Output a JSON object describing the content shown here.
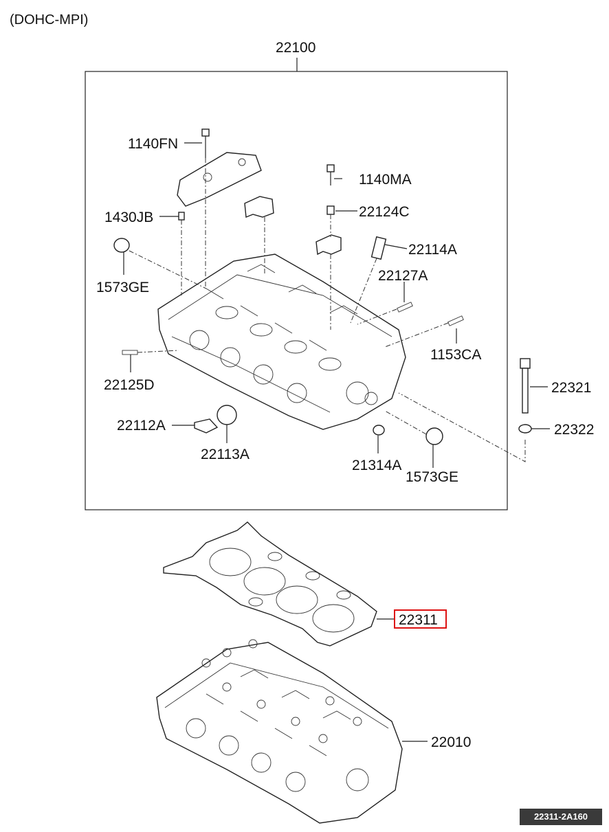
{
  "engine_type": "(DOHC-MPI)",
  "labels": {
    "assembly": "22100",
    "bolt_cap": "1140FN",
    "bolt_small": "1140MA",
    "dowel": "1430JB",
    "bushing": "22124C",
    "plug_left": "1573GE",
    "tube": "22114A",
    "stud_a": "22127A",
    "stud_right": "1153CA",
    "stud_left": "22125D",
    "seal_small": "22112A",
    "ring": "22113A",
    "seal_round": "21314A",
    "plug_right": "1573GE",
    "head_bolt": "22321",
    "washer": "22322",
    "gasket": "22311",
    "head_complete": "22010"
  },
  "footer_code": "22311-2A160",
  "colors": {
    "highlight": "#dd1111",
    "ink": "#222222",
    "badge": "#3a3a3a"
  }
}
